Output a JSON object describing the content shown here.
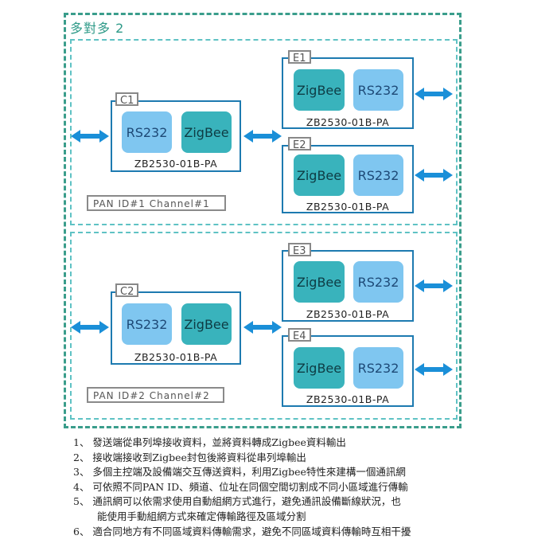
{
  "title": "多對多 2",
  "module_model": "ZB2530-01B-PA",
  "chips": {
    "rs232": "RS232",
    "zigbee": "ZigBee"
  },
  "groups": [
    {
      "coordinator": "C1",
      "pan_label": "PAN ID#1  Channel#1",
      "end_devices": [
        "E1",
        "E2"
      ]
    },
    {
      "coordinator": "C2",
      "pan_label": "PAN ID#2  Channel#2",
      "end_devices": [
        "E3",
        "E4"
      ]
    }
  ],
  "notes": [
    "1、 發送端從串列埠接收資料，並將資料轉成Zigbee資料輸出",
    "2、 接收端接收到Zigbee封包後將資料從串列埠輸出",
    "3、 多個主控端及設備端交互傳送資料，利用Zigbee特性來建構一個通訊網",
    "4、 可依照不同PAN ID、頻道、位址在同個空間切割成不同小區域進行傳輸",
    "5、 通訊網可以依需求使用自動組網方式進行，避免通訊設備斷線狀況，也",
    "能使用手動組網方式來確定傳輸路徑及區域分割",
    "6、 適合同地方有不同區域資料傳輸需求，避免不同區域資料傳輸時互相干擾"
  ],
  "colors": {
    "outer_border": "#3a9d8b",
    "group_border": "#5fc2c4",
    "device_border": "#1d7ab0",
    "rs232_fill": "#7fc6f0",
    "zigbee_fill": "#39b3bc",
    "arrow": "#1a8fd8"
  }
}
